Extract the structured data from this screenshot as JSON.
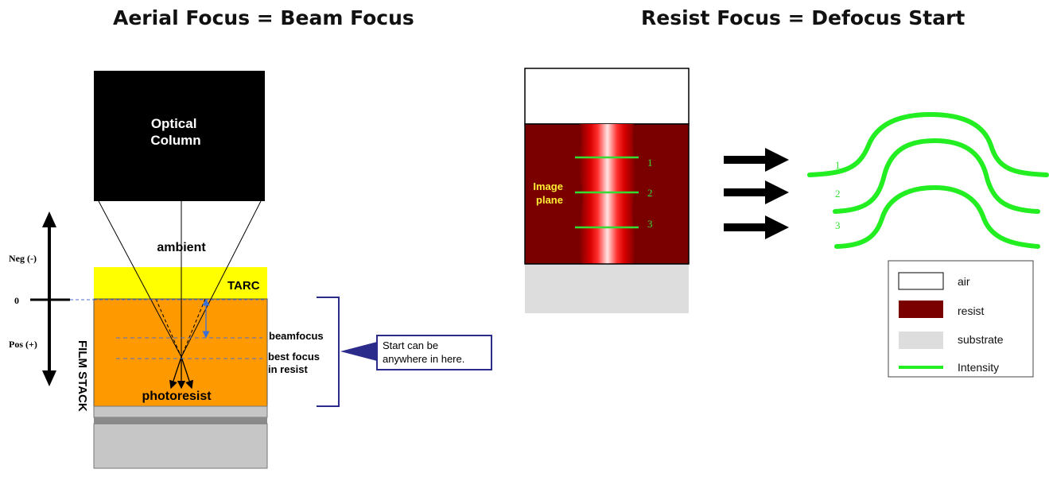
{
  "titles": {
    "left": "Aerial Focus = Beam Focus",
    "right": "Resist Focus = Defocus Start"
  },
  "left_diagram": {
    "optical_column": "Optical\nColumn",
    "ambient": "ambient",
    "tarc": "TARC",
    "photoresist": "photoresist",
    "film_stack": "FILM STACK",
    "beamfocus": "beamfocus",
    "best_focus": "best focus\nin resist",
    "axis_neg": "Neg  (-)",
    "axis_zero": "0",
    "axis_pos": "Pos (+)",
    "callout": "Start can be\nanywhere in here."
  },
  "right_diagram": {
    "image_plane": "Image\nplane",
    "line_numbers": [
      "1",
      "2",
      "3"
    ],
    "curve_numbers": [
      "1",
      "2",
      "3"
    ],
    "legend": [
      {
        "swatch": "air",
        "label": "air"
      },
      {
        "swatch": "resist",
        "label": "resist"
      },
      {
        "swatch": "substrate",
        "label": "substrate"
      },
      {
        "swatch": "intensity",
        "label": "Intensity"
      }
    ]
  },
  "colors": {
    "tarc": "#ffff00",
    "photoresist": "#ff9900",
    "resist": "#7a0000",
    "intensity": "#22ee22",
    "substrate": "#dddddd",
    "callout_border": "#2b2b8c",
    "image_plane_text": "#ffee33"
  }
}
